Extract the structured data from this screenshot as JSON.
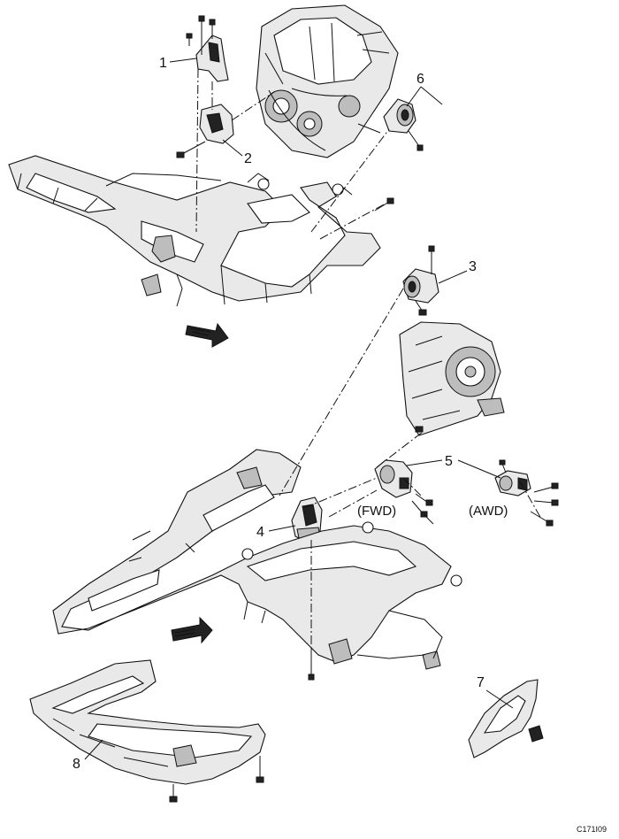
{
  "callouts": {
    "c1": "1",
    "c2": "2",
    "c3": "3",
    "c4": "4",
    "c5": "5",
    "c6": "6",
    "c7": "7",
    "c8": "8"
  },
  "variants": {
    "fwd": "(FWD)",
    "awd": "(AWD)"
  },
  "figure_code": "C171I09",
  "colors": {
    "line": "#111111",
    "fill_light": "#e9e9e9",
    "fill_mid": "#bdbdbd",
    "fill_dark": "#222222",
    "background": "#ffffff"
  }
}
